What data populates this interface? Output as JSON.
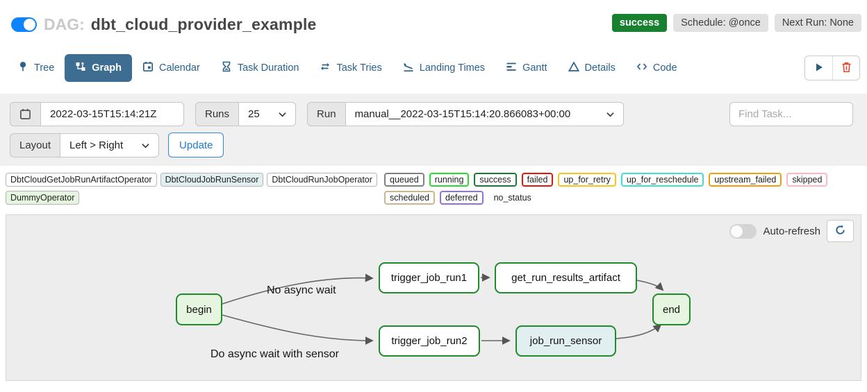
{
  "header": {
    "dag_label": "DAG:",
    "dag_name": "dbt_cloud_provider_example",
    "status": "success",
    "schedule": "Schedule: @once",
    "next_run": "Next Run: None"
  },
  "colors": {
    "success_green": "#18802f",
    "active_tab_blue": "#3d6e92",
    "link_blue": "#29618c",
    "update_blue": "#2e86de",
    "toggle_on_blue": "#0d84ff",
    "play_blue": "#2b5d7e",
    "trash_red": "#e64a2e",
    "node_border_green": "#1f8b29",
    "edge_gray": "#666666"
  },
  "tabs": [
    {
      "label": "Tree"
    },
    {
      "label": "Graph"
    },
    {
      "label": "Calendar"
    },
    {
      "label": "Task Duration"
    },
    {
      "label": "Task Tries"
    },
    {
      "label": "Landing Times"
    },
    {
      "label": "Gantt"
    },
    {
      "label": "Details"
    },
    {
      "label": "Code"
    }
  ],
  "filters": {
    "base_date": "2022-03-15T15:14:21Z",
    "runs_label": "Runs",
    "runs_value": "25",
    "run_label": "Run",
    "run_value": "manual__2022-03-15T15:14:20.866083+00:00",
    "find_task_placeholder": "Find Task...",
    "layout_label": "Layout",
    "layout_value": "Left > Right",
    "update_label": "Update"
  },
  "legend": {
    "operators": [
      {
        "label": "DbtCloudGetJobRunArtifactOperator",
        "fill": "#ffffff"
      },
      {
        "label": "DbtCloudJobRunSensor",
        "fill": "#e2eff1"
      },
      {
        "label": "DbtCloudRunJobOperator",
        "fill": "#ffffff"
      },
      {
        "label": "DummyOperator",
        "fill": "#e6f5e0"
      }
    ],
    "statuses": [
      {
        "label": "queued",
        "border": "#808080"
      },
      {
        "label": "running",
        "border": "#2bdd2b"
      },
      {
        "label": "success",
        "border": "#157d2d"
      },
      {
        "label": "failed",
        "border": "#e81309"
      },
      {
        "label": "up_for_retry",
        "border": "#f6c columns"
      },
      {
        "label": "up_for_reschedule",
        "border": "#40e0d0"
      },
      {
        "label": "upstream_failed",
        "border": "#f0a00c"
      },
      {
        "label": "skipped",
        "border": "#ffb6c1"
      },
      {
        "label": "scheduled",
        "border": "#d2b48c"
      },
      {
        "label": "deferred",
        "border": "#9370db"
      },
      {
        "label": "no_status",
        "border": "transparent"
      }
    ]
  },
  "graph": {
    "auto_refresh_label": "Auto-refresh",
    "nodes": [
      {
        "label": "begin",
        "fill": "#e6f5e0"
      },
      {
        "label": "trigger_job_run1",
        "fill": "#ffffff"
      },
      {
        "label": "get_run_results_artifact",
        "fill": "#ffffff"
      },
      {
        "label": "end",
        "fill": "#e6f5e0"
      },
      {
        "label": "trigger_job_run2",
        "fill": "#ffffff"
      },
      {
        "label": "job_run_sensor",
        "fill": "#e2eff1"
      }
    ],
    "edge_labels": [
      {
        "text": "No async wait"
      },
      {
        "text": "Do async wait with sensor"
      }
    ]
  }
}
